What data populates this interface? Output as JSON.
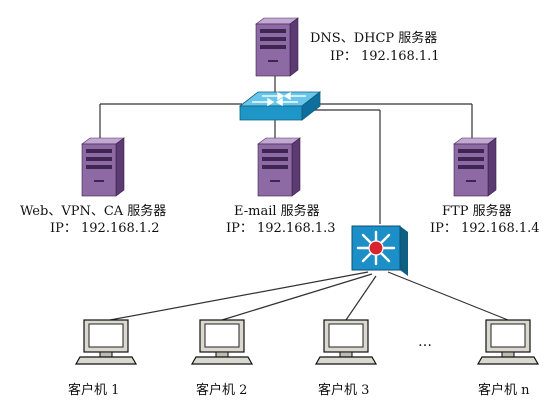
{
  "servers": {
    "dns": {
      "name": "DNS、DHCP 服务器",
      "ip": "IP： 192.168.1.1"
    },
    "web": {
      "name": "Web、VPN、CA 服务器",
      "ip": "IP： 192.168.1.2"
    },
    "mail": {
      "name": "E-mail 服务器",
      "ip": "IP： 192.168.1.3"
    },
    "ftp": {
      "name": "FTP 服务器",
      "ip": "IP： 192.168.1.4"
    }
  },
  "clients": [
    {
      "label": "客户机 1"
    },
    {
      "label": "客户机 2"
    },
    {
      "label": "客户机 3"
    },
    {
      "label": "客户机 n"
    }
  ],
  "ellipsis": "…",
  "colors": {
    "server_front": "#8e6aa4",
    "server_top": "#c4a8d4",
    "server_side": "#5b3b72",
    "switch_top": "#69c6ea",
    "switch_front": "#1e96c8",
    "core_switch": "#1d8fc8",
    "core_dot": "#d9232e",
    "line": "#333333"
  },
  "icons": {
    "server": "server-tower-icon",
    "switch": "switch-icon",
    "core_switch": "layer3-switch-icon",
    "client": "desktop-computer-icon"
  }
}
